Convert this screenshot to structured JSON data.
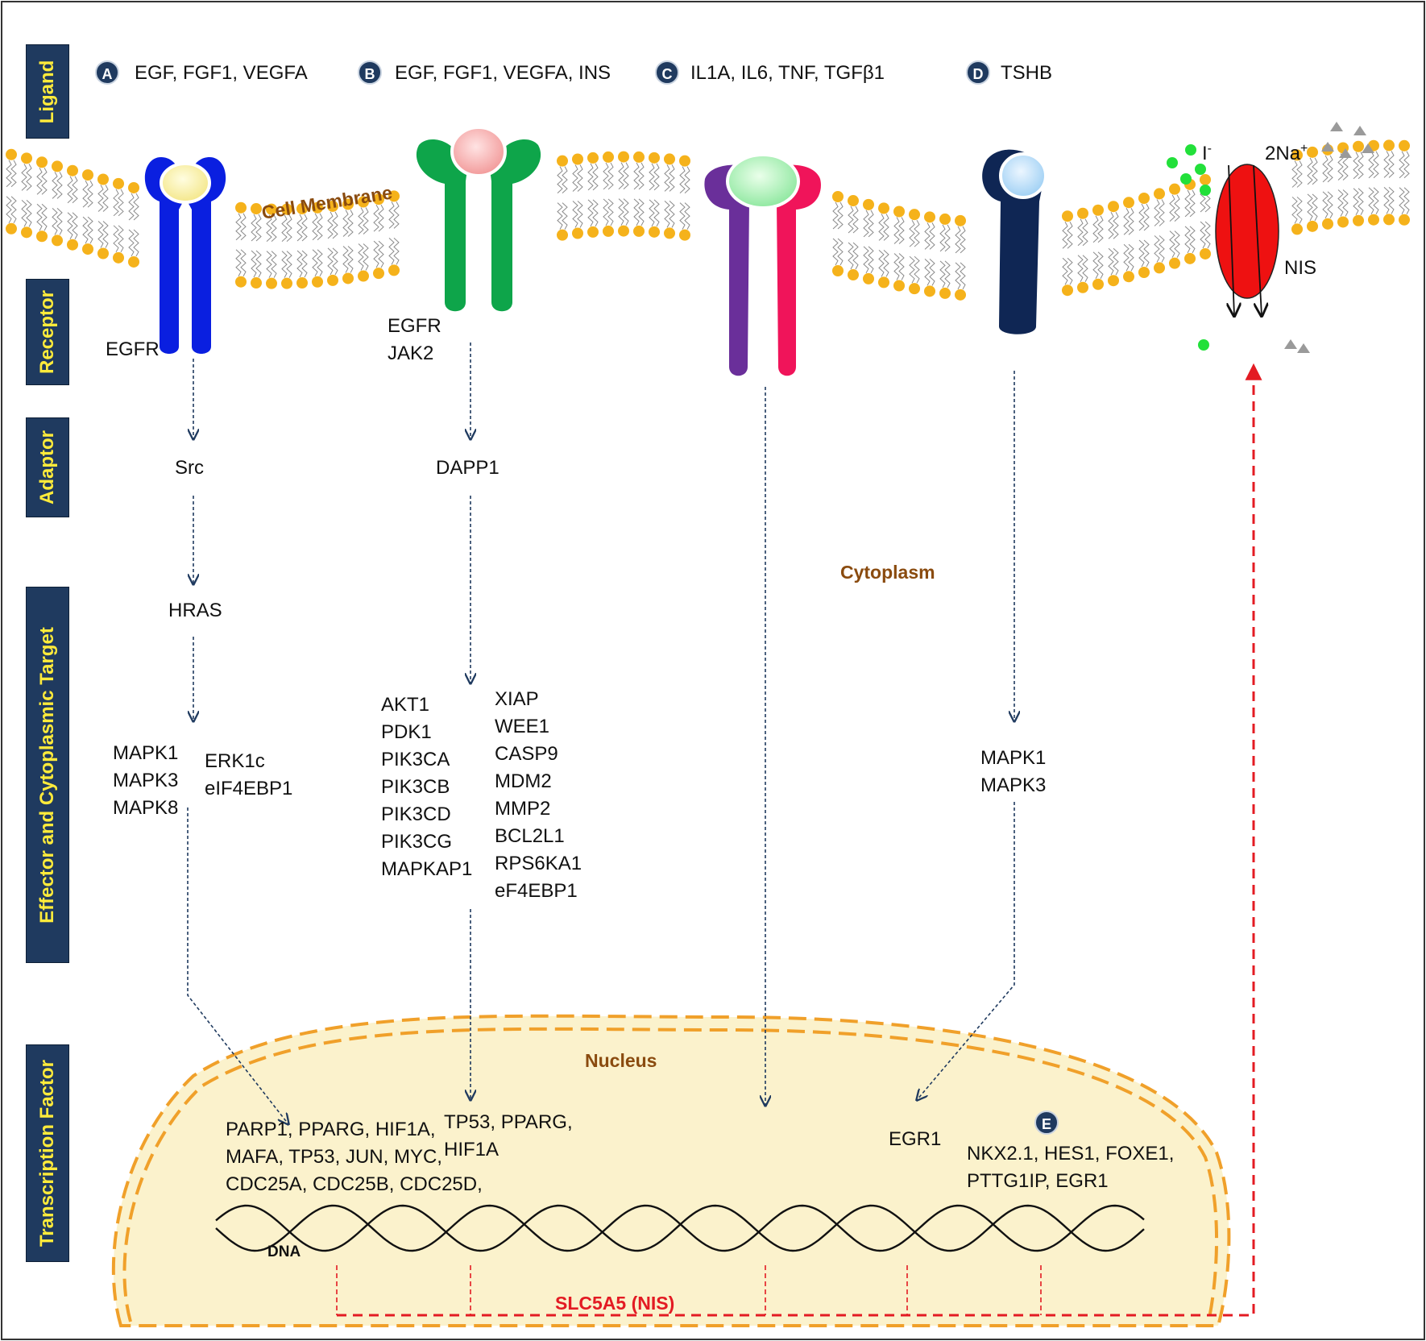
{
  "side_labels": {
    "ligand": "Ligand",
    "receptor": "Receptor",
    "adaptor": "Adaptor",
    "effector": "Effector and Cytoplasmic Target",
    "transcription": "Transcription Factor"
  },
  "ligands": {
    "a": {
      "badge": "A",
      "text": "EGF, FGF1, VEGFA"
    },
    "b": {
      "badge": "B",
      "text": "EGF, FGF1, VEGFA, INS"
    },
    "c": {
      "badge": "C",
      "text": "IL1A, IL6, TNF, TGFβ1"
    },
    "d": {
      "badge": "D",
      "text": "TSHB"
    }
  },
  "compartments": {
    "membrane": "Cell Membrane",
    "cytoplasm": "Cytoplasm",
    "nucleus": "Nucleus",
    "dna": "DNA",
    "gene": "SLC5A5 (NIS)"
  },
  "transporter": {
    "name": "NIS",
    "iodide": "I",
    "iodide_sup": "-",
    "sodium": "2Na",
    "sodium_sup": "+"
  },
  "pathway_a": {
    "receptor": "EGFR",
    "adaptor": "Src",
    "effector1": "HRAS",
    "targets_left": [
      "MAPK1",
      "MAPK3",
      "MAPK8"
    ],
    "targets_right": [
      "ERK1c",
      "eIF4EBP1"
    ],
    "tf": [
      "PARP1, PPARG, HIF1A,",
      "MAFA, TP53, JUN, MYC,",
      "CDC25A, CDC25B, CDC25D,"
    ]
  },
  "pathway_b": {
    "receptor": [
      "EGFR",
      "JAK2"
    ],
    "adaptor": "DAPP1",
    "targets_left": [
      "AKT1",
      "PDK1",
      "PIK3CA",
      "PIK3CB",
      "PIK3CD",
      "PIK3CG",
      "MAPKAP1"
    ],
    "targets_right": [
      "XIAP",
      "WEE1",
      "CASP9",
      "MDM2",
      "MMP2",
      "BCL2L1",
      "RPS6KA1",
      "eF4EBP1"
    ],
    "tf": [
      "TP53, PPARG,",
      "HIF1A"
    ]
  },
  "pathway_d": {
    "targets": [
      "MAPK1",
      "MAPK3"
    ],
    "tf": "EGR1"
  },
  "pathway_e": {
    "badge": "E",
    "tf": [
      "NKX2.1, HES1, FOXE1,",
      "PTTG1IP, EGR1"
    ]
  },
  "colors": {
    "navy": "#1f3a5f",
    "side_text": "#ffeb3b",
    "lipid": "#f5b21b",
    "egfr_blue": "#0a1fe0",
    "green_receptor": "#0ea54a",
    "purple_receptor": "#6a2f9a",
    "pink_receptor": "#f0145a",
    "tsh_receptor": "#0f2654",
    "nis_red": "#ee1111",
    "nucleus_fill": "#fbf2cc",
    "nucleus_border": "#f0a02a",
    "gene_red": "#e31b23",
    "brown": "#8a4b0f"
  }
}
